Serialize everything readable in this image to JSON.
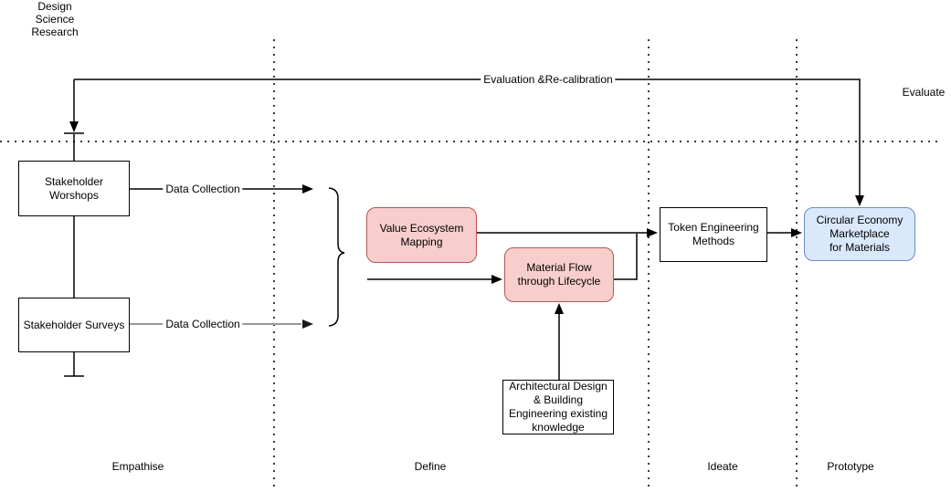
{
  "diagram": {
    "title": "Design\nScience\nResearch",
    "lanes": [
      {
        "label": "Empathise"
      },
      {
        "label": "Define"
      },
      {
        "label": "Ideate"
      },
      {
        "label": "Prototype"
      }
    ],
    "nodes": {
      "stakeholder_workshops": {
        "label": "Stakeholder\nWorshops",
        "fill": "#ffffff",
        "stroke": "#000000"
      },
      "stakeholder_surveys": {
        "label": "Stakeholder Surveys",
        "fill": "#ffffff",
        "stroke": "#000000"
      },
      "value_ecosystem_mapping": {
        "label": "Value Ecosystem\nMapping",
        "fill": "#f8cecc",
        "stroke": "#b85450"
      },
      "material_flow": {
        "label": "Material Flow\nthrough Lifecycle",
        "fill": "#f8cecc",
        "stroke": "#b85450"
      },
      "token_engineering": {
        "label": "Token Engineering\nMethods",
        "fill": "#ffffff",
        "stroke": "#000000"
      },
      "circular_economy": {
        "label": "Circular Economy\nMarketplace\nfor Materials",
        "fill": "#dae8fc",
        "stroke": "#6c8ebf"
      },
      "architectural_knowledge": {
        "label": "Architectural Design\n& Building\nEngineering existing\nknowledge",
        "fill": "#ffffff",
        "stroke": "#000000"
      }
    },
    "edge_labels": {
      "data_collection_workshops": "Data Collection",
      "data_collection_surveys": "Data Collection",
      "evaluation_recalibration": "Evaluation &Re-calibration",
      "evaluate": "Evaluate"
    },
    "colors": {
      "line": "#000000",
      "gray_line": "#999999",
      "lane_divider": "#3a3a3a",
      "pink_fill": "#f8cecc",
      "pink_stroke": "#b85450",
      "blue_fill": "#dae8fc",
      "blue_stroke": "#6c8ebf"
    }
  }
}
